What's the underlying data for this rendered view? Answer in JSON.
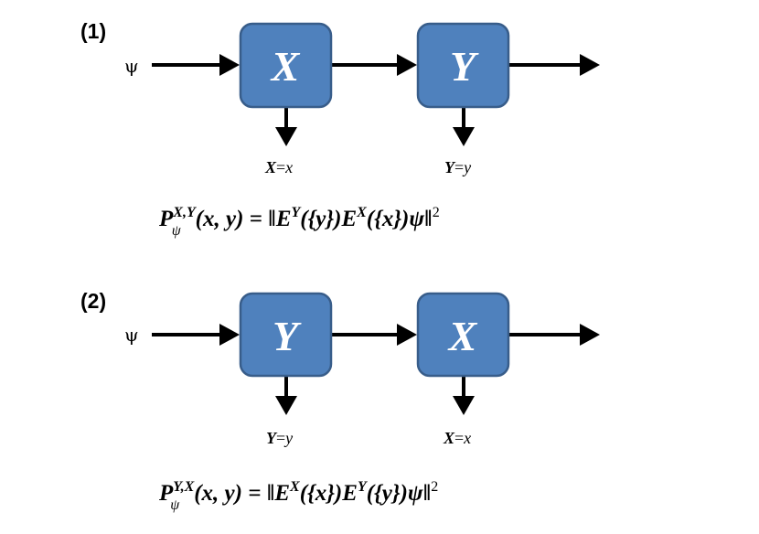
{
  "diagram": {
    "d1": {
      "label": "(1)",
      "input": "ψ",
      "box1": "X",
      "box2": "Y",
      "out1_var": "X",
      "out1_eq": "=",
      "out1_val": "x",
      "out2_var": "Y",
      "out2_eq": "=",
      "out2_val": "y",
      "f_P": "P",
      "f_sup": "X,Y",
      "f_sub": "ψ",
      "f_args": "(x, y) = ‖",
      "f_E1": "E",
      "f_E1sup": "Y",
      "f_mid": "({y})",
      "f_E2": "E",
      "f_E2sup": "X",
      "f_end": "({x})ψ‖",
      "f_pow": "2"
    },
    "d2": {
      "label": "(2)",
      "input": "ψ",
      "box1": "Y",
      "box2": "X",
      "out1_var": "Y",
      "out1_eq": "=",
      "out1_val": "y",
      "out2_var": "X",
      "out2_eq": "=",
      "out2_val": "x",
      "f_P": "P",
      "f_sup": "Y,X",
      "f_sub": "ψ",
      "f_args": "(x, y) = ‖",
      "f_E1": "E",
      "f_E1sup": "X",
      "f_mid": "({x})",
      "f_E2": "E",
      "f_E2sup": "Y",
      "f_end": "({y})ψ‖",
      "f_pow": "2"
    },
    "colors": {
      "box_fill": "#4f81bd",
      "box_stroke": "#385d8a",
      "arrow": "#000000"
    }
  }
}
